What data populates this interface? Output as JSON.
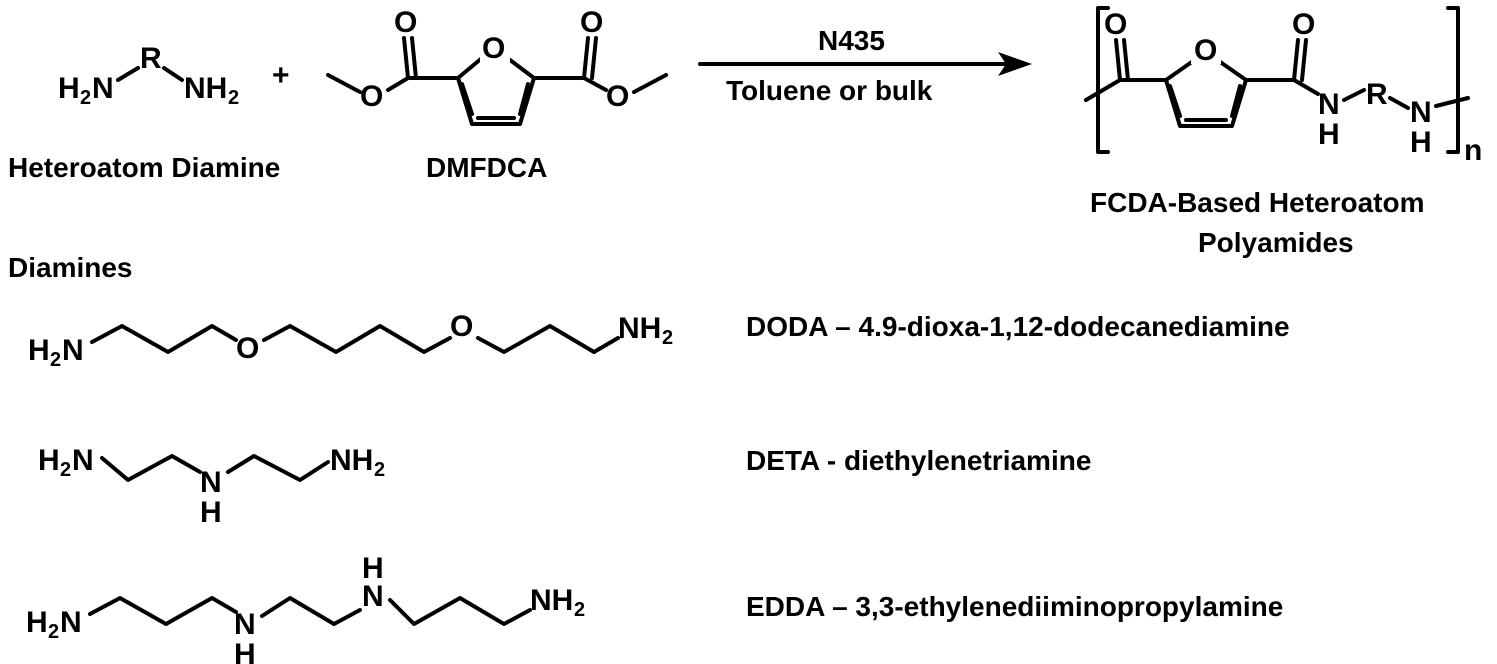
{
  "reaction": {
    "reactant1": {
      "r": "R",
      "nh2_left": "H",
      "nh2_left_n": "N",
      "sub": "2",
      "nh2_right": "NH"
    },
    "reactant1_label": "Heteroatom Diamine",
    "plus": "+",
    "reactant2_label": "DMFDCA",
    "o_atom": "O",
    "catalyst": "N435",
    "solvent": "Toluene or bulk",
    "product_label_line1": "FCDA-Based Heteroatom",
    "product_label_line2": "Polyamides",
    "product_n": "n",
    "nh": "N",
    "h": "H"
  },
  "section_title": "Diamines",
  "diamines": [
    {
      "abbr_line": "DODA – 4.9-dioxa-1,12-dodecanediamine"
    },
    {
      "abbr_line": "DETA - diethylenetriamine"
    },
    {
      "abbr_line": "EDDA – 3,3-ethylenediiminopropylamine"
    }
  ]
}
